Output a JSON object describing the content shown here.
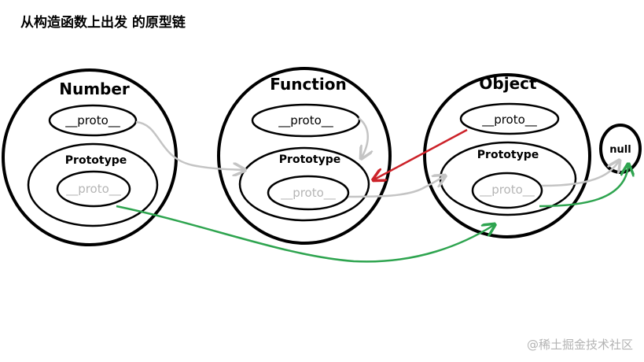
{
  "title": "从构造函数上出发 的原型链",
  "watermark": "稀土掘金技术社区",
  "nodes": {
    "number": {
      "label": "Number",
      "proto_label": "__proto__",
      "prototype_label": "Prototype",
      "prototype_proto_label": "__proto__"
    },
    "function": {
      "label": "Function",
      "proto_label": "__proto__",
      "prototype_label": "Prototype",
      "prototype_proto_label": "__proto__"
    },
    "object": {
      "label": "Object",
      "proto_label": "__proto__",
      "prototype_label": "Prototype",
      "prototype_proto_label": "__proto__"
    },
    "null": {
      "label": "null"
    }
  },
  "colors": {
    "outline": "#000000",
    "gray_arrow": "#c4c4c4",
    "red_arrow": "#cc2229",
    "green_arrow": "#2ea44f",
    "faded_text": "#b5b5b5"
  }
}
